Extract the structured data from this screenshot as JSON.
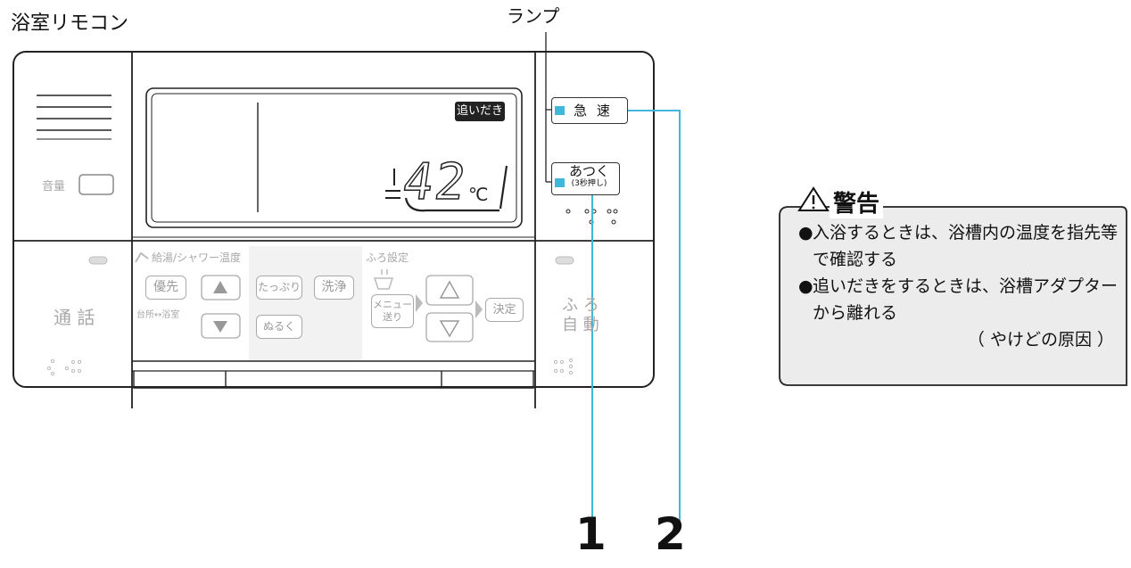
{
  "title": "浴室リモコン",
  "lamp_label": "ランプ",
  "callouts": [
    "1",
    "2"
  ],
  "display": {
    "badge": "追いだき",
    "temperature": "42",
    "unit": "℃"
  },
  "right_buttons": {
    "rapid": "急 速",
    "hot": "あつく",
    "hot_sub": "(3秒押し)"
  },
  "left_panel": {
    "volume": "音量",
    "call": "通 話"
  },
  "panel": {
    "temp_section": "給湯/シャワー温度",
    "priority": "優先",
    "kitchen_bath": "台所↔浴室",
    "plenty": "たっぷり",
    "wash": "洗浄",
    "less": "ぬるく",
    "bath_settings": "ふろ設定",
    "menu_line1": "メニュー",
    "menu_line2": "送り",
    "decide": "決定",
    "auto_line1": "ふ ろ",
    "auto_line2": "自 動"
  },
  "warning": {
    "title": "警告",
    "items": [
      "入浴するときは、浴槽内の温度を指先等で確認する",
      "追いだきをするときは、浴槽アダプターから離れる"
    ],
    "cause": "（ やけどの原因 ）"
  }
}
